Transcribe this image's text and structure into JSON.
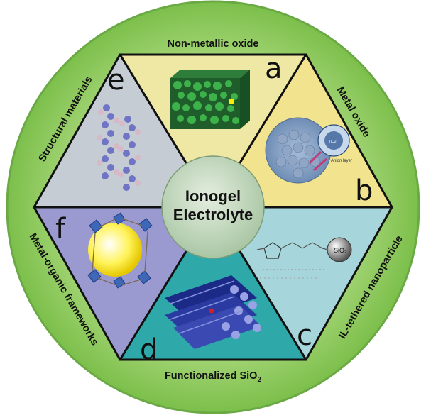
{
  "center": {
    "line1": "Ionogel",
    "line2": "Electrolyte"
  },
  "segments": {
    "a": {
      "letter": "a",
      "label": "Non-metallic oxide",
      "color": "#efe8a4"
    },
    "b": {
      "letter": "b",
      "label": "Metal oxide",
      "color": "#f2e38e"
    },
    "c": {
      "letter": "c",
      "label": "IL-tethered nanoparticle",
      "color": "#a6d6dc"
    },
    "d": {
      "letter": "d",
      "label_main": "Functionalized SiO",
      "label_sub": "2",
      "color": "#2fa8aa"
    },
    "e": {
      "letter": "e",
      "label": "Structural materials",
      "color": "#c6ccd3"
    },
    "f": {
      "letter": "f",
      "label": "Metal-organic frameworks",
      "color": "#9b9ad0"
    }
  },
  "insets": {
    "b_inner_text": "Anion layer",
    "b_inner_small": "TiO2",
    "c_particle": "SiO₂"
  },
  "colors": {
    "ring": "#8fcb5c",
    "ring_edge": "#62a33b",
    "hex_line": "#111111",
    "center_disc": "#c2d8bf"
  }
}
